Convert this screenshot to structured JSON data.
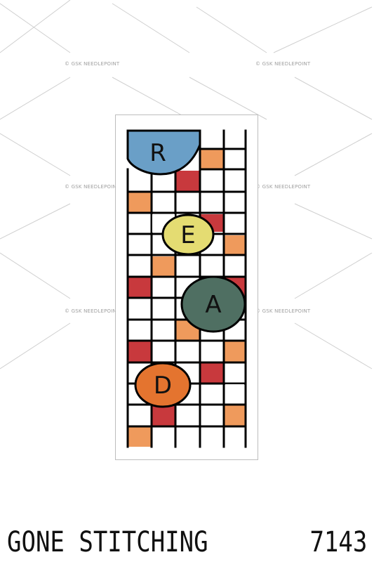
{
  "watermark": {
    "text": "© GSK NEEDLEPOINT"
  },
  "design": {
    "letters": [
      "R",
      "E",
      "A",
      "D"
    ],
    "colors": {
      "blue": "#6a9fc7",
      "yellow": "#e4dc72",
      "green": "#4f6f62",
      "orange": "#e4742f",
      "orange_tile": "#ef9a5c",
      "red_tile": "#c8393d",
      "lines": "#000000"
    }
  },
  "footer": {
    "brand": "GONE STITCHING",
    "code": "7143"
  }
}
